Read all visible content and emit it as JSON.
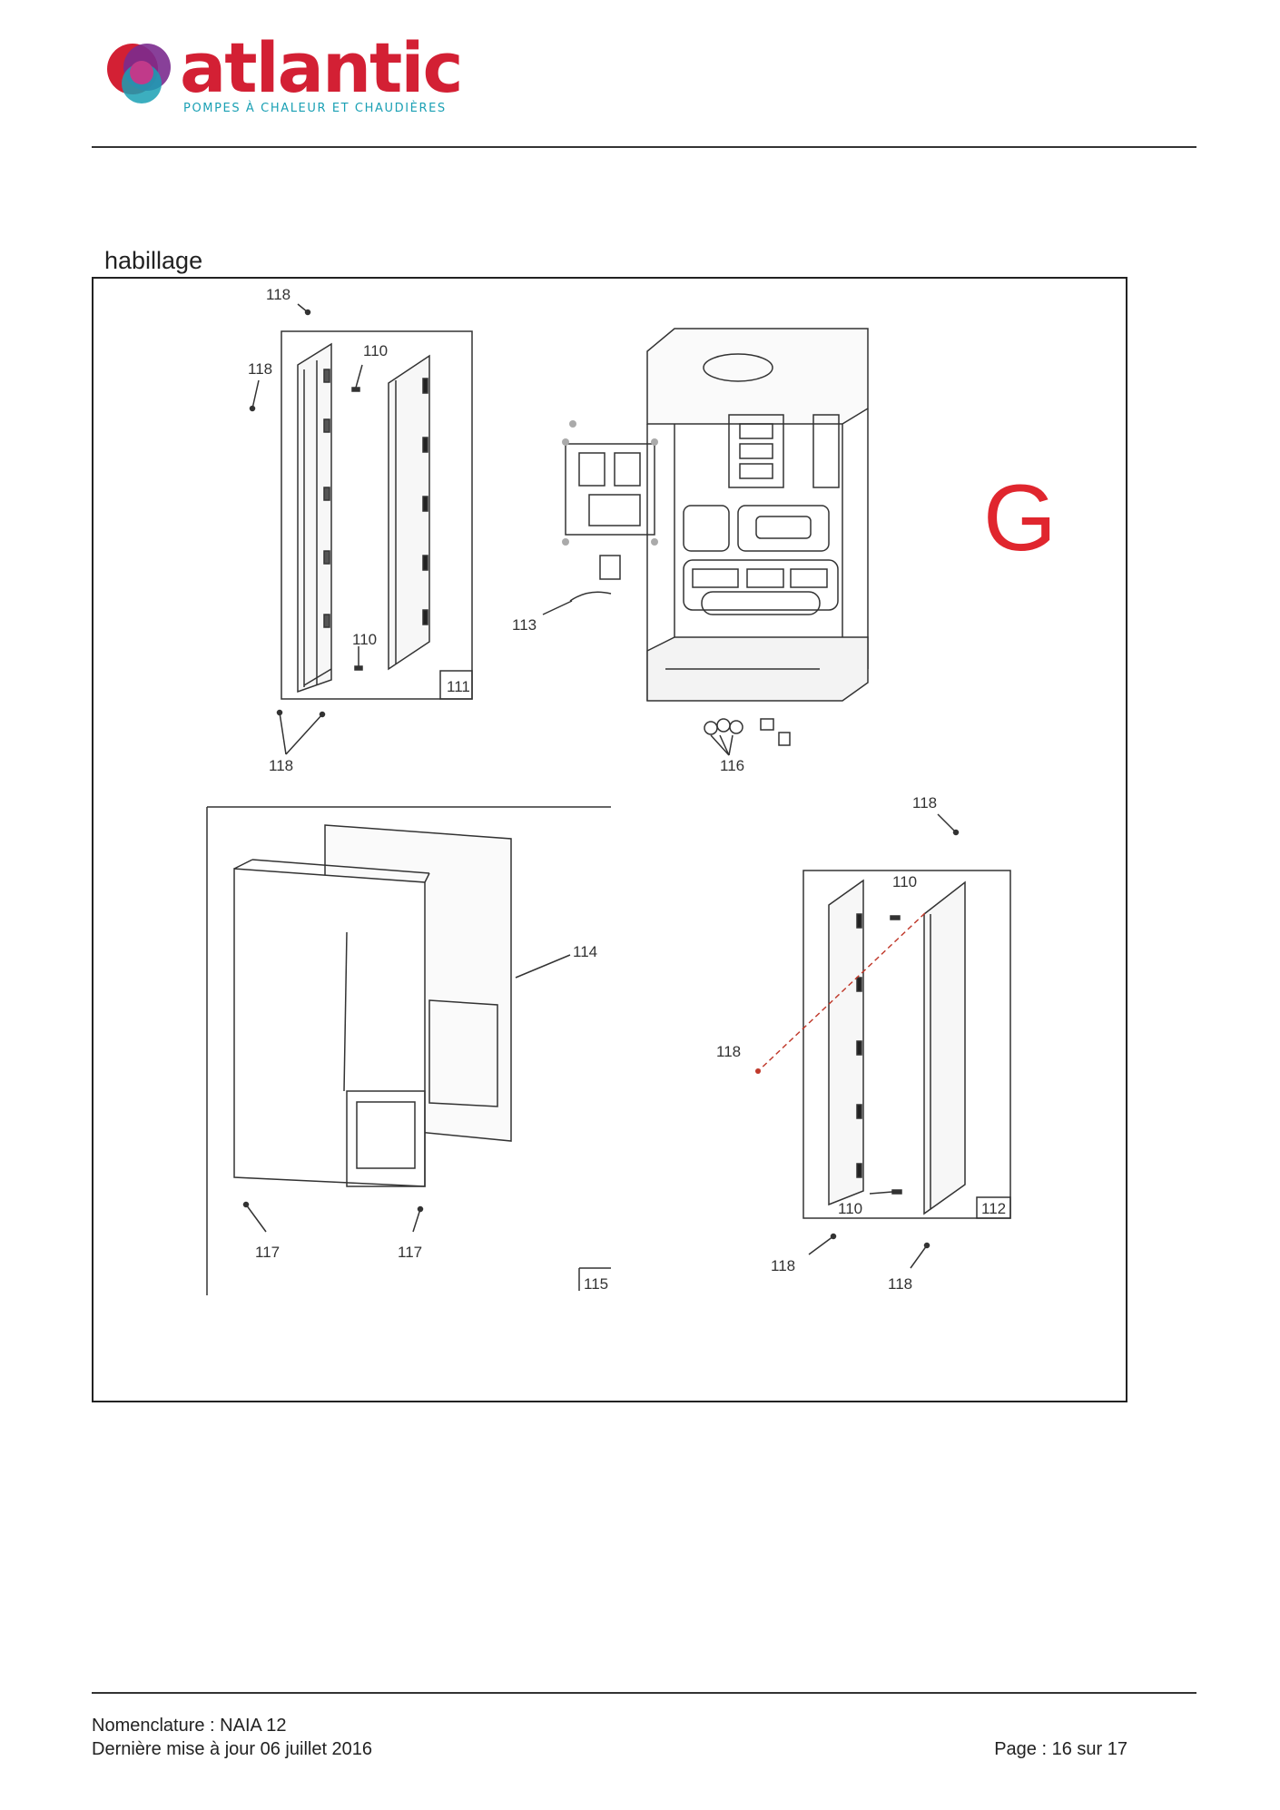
{
  "brand": {
    "name": "atlantic",
    "tagline": "POMPES À CHALEUR ET CHAUDIÈRES",
    "colors": {
      "red": "#d32034",
      "purple": "#7b2b8e",
      "teal": "#1aa0b4"
    }
  },
  "section_title": "habillage",
  "section_letter": "G",
  "section_letter_color": "#e0262e",
  "part_labels": {
    "p118_a": "118",
    "p118_b": "118",
    "p110_a": "110",
    "p110_b": "110",
    "p111": "111",
    "p118_c": "118",
    "p113": "113",
    "p116": "116",
    "p118_d": "118",
    "p110_c": "110",
    "p114": "114",
    "p118_e": "118",
    "p110_d": "110",
    "p112": "112",
    "p117_a": "117",
    "p117_b": "117",
    "p118_f": "118",
    "p118_g": "118",
    "p115": "115"
  },
  "footer": {
    "line1": "Nomenclature : NAIA 12",
    "line2": "Dernière mise à jour 06 juillet 2016",
    "page": "Page : 16 sur 17"
  }
}
